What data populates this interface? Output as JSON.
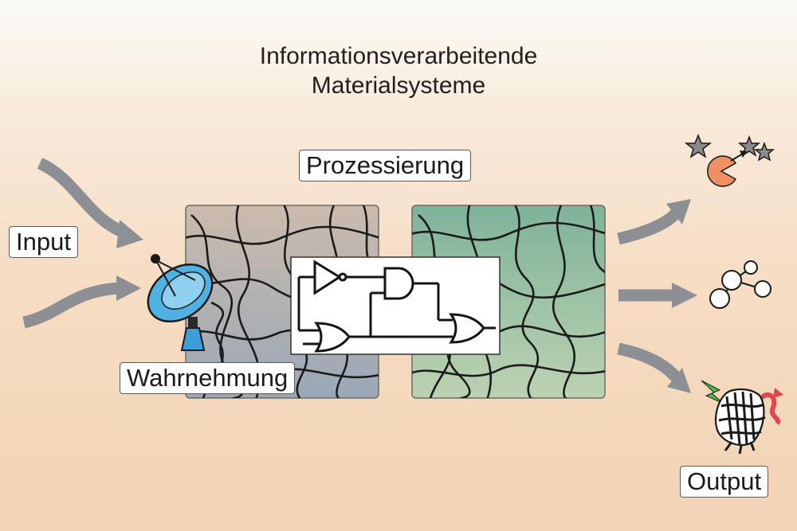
{
  "title": {
    "line1": "Informationsverarbeitende",
    "line2": "Materialsysteme"
  },
  "labels": {
    "processing": "Prozessierung",
    "input": "Input",
    "perception": "Wahrnehmung",
    "output": "Output"
  },
  "colors": {
    "arrow": "#8c8f93",
    "left_panel_top": "#cbbbac",
    "left_panel_bottom": "#9aa8b7",
    "right_panel_top": "#7fb39a",
    "right_panel_bottom": "#bcd2b1",
    "dish": "#4fb0e2",
    "pacman": "#ef8f62",
    "lightning": "#56b94a",
    "squiggle": "#e0464e"
  },
  "icons": [
    "satellite-dish-icon",
    "logic-circuit-icon",
    "pacman-stars-icon",
    "molecule-icon",
    "protein-icon",
    "lightning-icon"
  ]
}
